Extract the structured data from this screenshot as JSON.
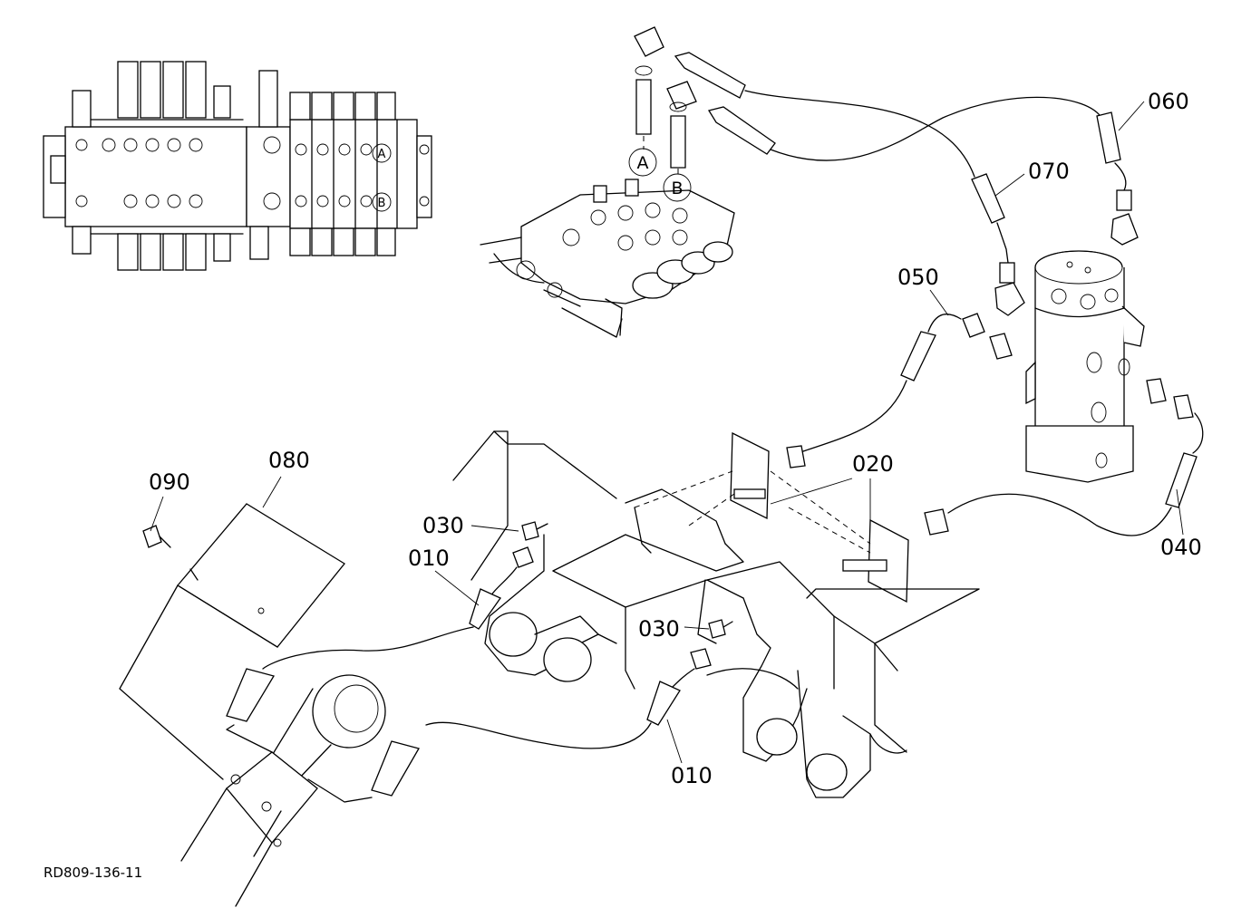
{
  "callouts": {
    "c010a": "010",
    "c010b": "010",
    "c020": "020",
    "c030a": "030",
    "c030b": "030",
    "c040": "040",
    "c050": "050",
    "c060": "060",
    "c070": "070",
    "c080": "080",
    "c090": "090"
  },
  "port_marks": {
    "a": "A",
    "b": "B",
    "a_small": "A",
    "b_small": "B"
  },
  "reference_code": "RD809-136-11"
}
